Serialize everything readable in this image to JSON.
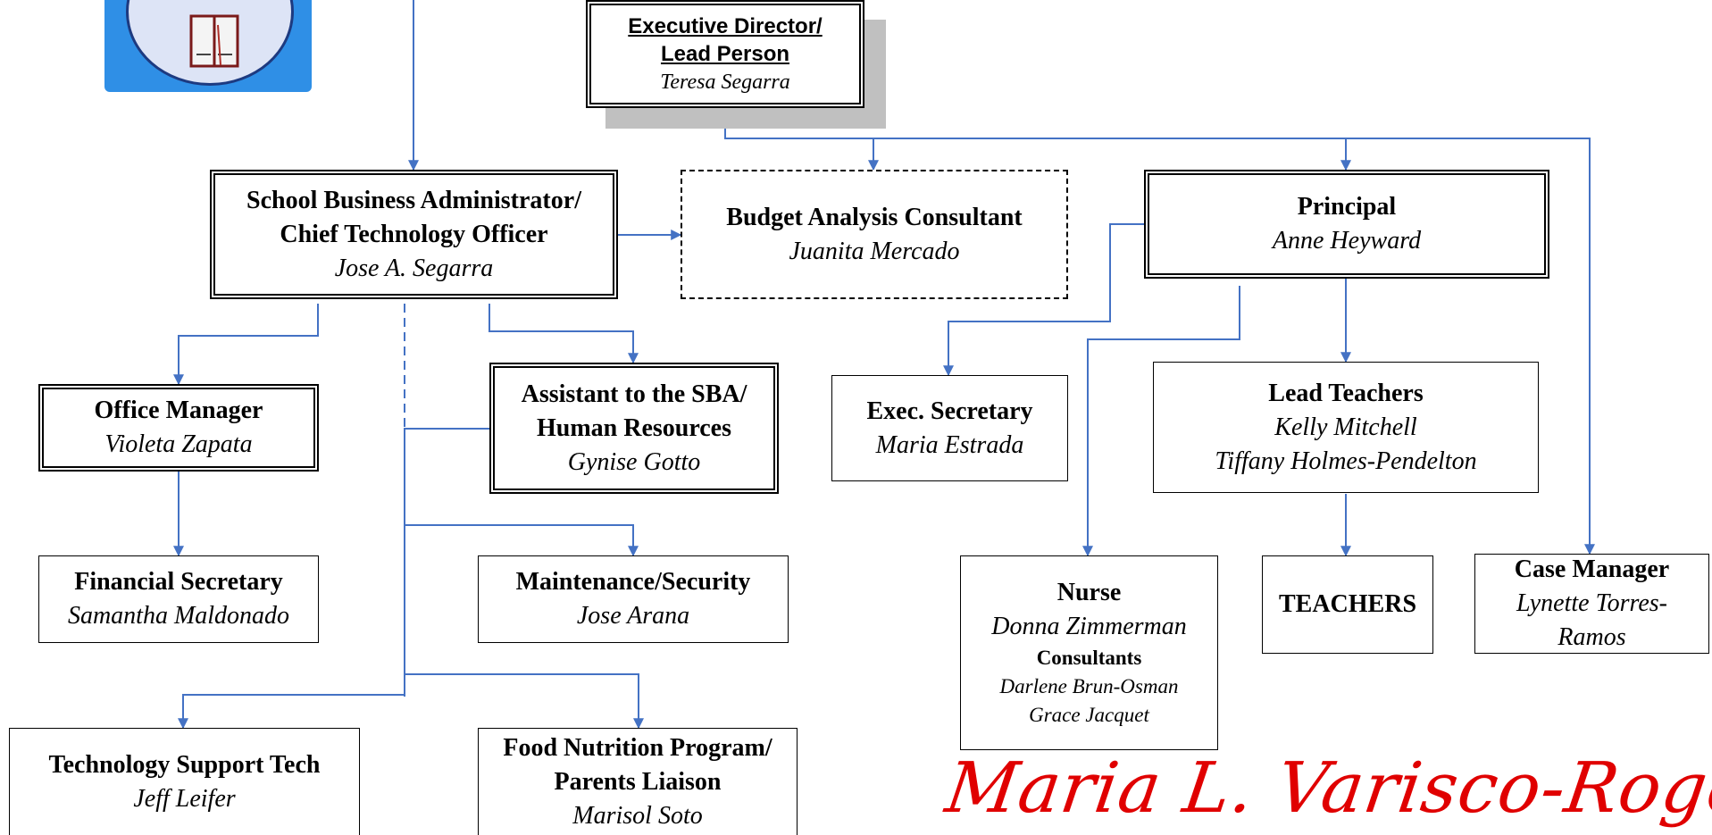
{
  "exec_director": {
    "title": "Executive Director/ Lead Person",
    "name": "Teresa Segarra"
  },
  "sba": {
    "title_line1": "School Business Administrator/",
    "title_line2": "Chief Technology Officer",
    "name": "Jose A. Segarra"
  },
  "budget": {
    "title": "Budget Analysis Consultant",
    "name": "Juanita Mercado"
  },
  "principal": {
    "title": "Principal",
    "name": "Anne Heyward"
  },
  "office_manager": {
    "title": "Office Manager",
    "name": "Violeta Zapata"
  },
  "assistant": {
    "title_line1": "Assistant to the SBA/",
    "title_line2": "Human Resources",
    "name": "Gynise Gotto"
  },
  "exec_secretary": {
    "title": "Exec. Secretary",
    "name": "Maria Estrada"
  },
  "lead_teachers": {
    "title": "Lead Teachers",
    "names": [
      "Kelly Mitchell",
      "Tiffany Holmes-Pendelton"
    ]
  },
  "financial_secretary": {
    "title": "Financial Secretary",
    "name": "Samantha Maldonado"
  },
  "maintenance": {
    "title": "Maintenance/Security",
    "name": "Jose Arana"
  },
  "nurse": {
    "title": "Nurse",
    "name": "Donna Zimmerman",
    "consultants_label": "Consultants",
    "consultants": [
      "Darlene Brun-Osman",
      "Grace Jacquet"
    ]
  },
  "teachers": {
    "title": "TEACHERS"
  },
  "case_manager": {
    "title": "Case Manager",
    "name_line1": "Lynette Torres-",
    "name_line2": "Ramos"
  },
  "tech_support": {
    "title": "Technology Support Tech",
    "name": "Jeff Leifer"
  },
  "food": {
    "title_line1": "Food Nutrition Program/",
    "title_line2": "Parents Liaison",
    "name": "Marisol Soto"
  },
  "signature": "Maria L. Varisco-Rogers",
  "colors": {
    "connector": "#4472c4",
    "signature": "#e00000",
    "logo_bg": "#2f8fe6",
    "shadow": "#c0c0c0"
  },
  "icons": {
    "logo": "book-emblem-icon"
  }
}
